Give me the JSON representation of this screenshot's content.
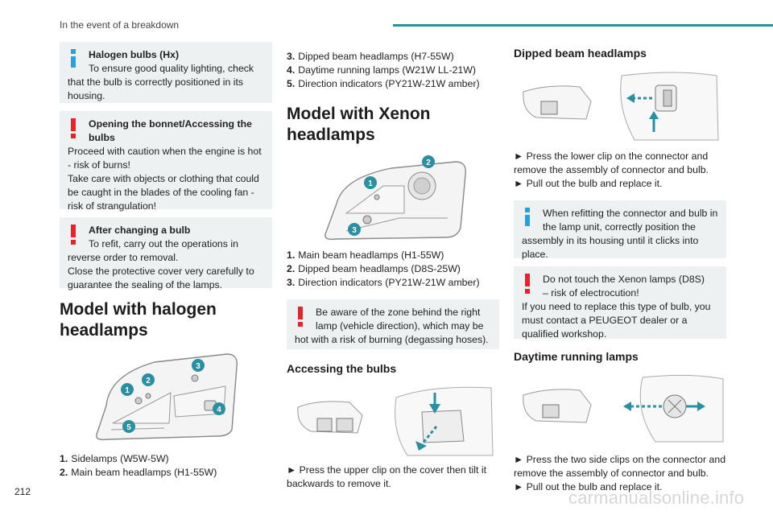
{
  "header": {
    "section": "In the event of a breakdown",
    "accent_color": "#2a8fa0"
  },
  "page_number": "212",
  "watermark": "carmanualsonline.info",
  "col1": {
    "note1": {
      "icon": "info-icon",
      "title": "Halogen bulbs (Hx)",
      "first_line": "To ensure good quality lighting, check",
      "rest": "that the bulb is correctly positioned in its housing."
    },
    "warn1": {
      "icon": "warning-icon",
      "title_line1": "Opening the bonnet/Accessing the",
      "title_line2": "bulbs",
      "text": "Proceed with caution when the engine is hot - risk of burns!\nTake care with objects or clothing that could be caught in the blades of the cooling fan - risk of strangulation!"
    },
    "warn2": {
      "icon": "warning-icon",
      "title": "After changing a bulb",
      "first_line": "To refit, carry out the operations in",
      "rest": "reverse order to removal.\nClose the protective cover very carefully to guarantee the sealing of the lamps."
    },
    "heading": "Model with halogen headlamps",
    "callouts": [
      "1",
      "2",
      "3",
      "4",
      "5"
    ],
    "list": [
      {
        "num": "1.",
        "text": "Sidelamps (W5W-5W)"
      },
      {
        "num": "2.",
        "text": "Main beam headlamps (H1-55W)"
      }
    ]
  },
  "col2": {
    "list_top": [
      {
        "num": "3.",
        "text": "Dipped beam headlamps (H7-55W)"
      },
      {
        "num": "4.",
        "text": "Daytime running lamps (W21W LL-21W)"
      },
      {
        "num": "5.",
        "text": "Direction indicators (PY21W-21W amber)"
      }
    ],
    "heading": "Model with Xenon headlamps",
    "callouts": [
      "1",
      "2",
      "3"
    ],
    "list": [
      {
        "num": "1.",
        "text": "Main beam headlamps (H1-55W)"
      },
      {
        "num": "2.",
        "text": "Dipped beam headlamps (D8S-25W)"
      },
      {
        "num": "3.",
        "text": "Direction indicators (PY21W-21W amber)"
      }
    ],
    "warn": {
      "icon": "warning-icon",
      "first_line": "Be aware of the zone behind the right",
      "second_line": "lamp (vehicle direction), which may be",
      "rest": "hot with a risk of burning (degassing hoses)."
    },
    "sub_heading": "Accessing the bulbs",
    "step": "► Press the upper clip on the cover then tilt it backwards to remove it."
  },
  "col3": {
    "heading1": "Dipped beam headlamps",
    "steps1": [
      "► Press the lower clip on the connector and remove the assembly of connector and bulb.",
      "► Pull out the bulb and replace it."
    ],
    "note": {
      "icon": "info-icon",
      "first_line": "When refitting the connector and bulb in",
      "second_line": "the lamp unit, correctly position the",
      "rest": "assembly in its housing until it clicks into place."
    },
    "warn": {
      "icon": "warning-icon",
      "first_line": "Do not touch the Xenon lamps (D8S)",
      "second_line": "– risk of electrocution!",
      "rest": "If you need to replace this type of bulb, you must contact a PEUGEOT dealer or a qualified workshop."
    },
    "heading2": "Daytime running lamps",
    "steps2": [
      "► Press the two side clips on the connector and remove the assembly of connector and bulb.",
      "► Pull out the bulb and replace it."
    ]
  }
}
